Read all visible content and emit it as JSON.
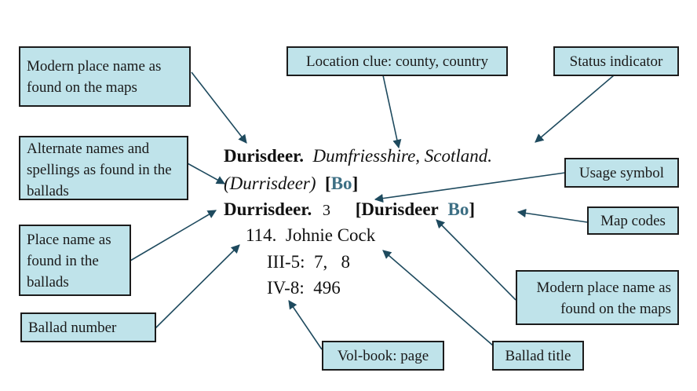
{
  "callouts": {
    "modern_name_top": "Modern place name as found on the maps",
    "location_clue": "Location clue: county, country",
    "status_indicator": "Status indicator",
    "alternate_names": "Alternate names and spellings as found in the ballads",
    "usage_symbol": "Usage symbol",
    "map_codes": "Map codes",
    "place_name_ballads": "Place name as found in the ballads",
    "modern_name_bottom": "Modern place name as found on the maps",
    "ballad_number": "Ballad number",
    "vol_book_page": "Vol-book: page",
    "ballad_title": "Ballad title"
  },
  "entry": {
    "headword": "Durisdeer.",
    "location": "Dumfriesshire, Scotland.",
    "alternate": "(Durrisdeer)",
    "open_bracket": "[",
    "map_code_1": "Bo",
    "close_bracket": "]",
    "ballad_place": "Durrisdeer.",
    "usage_symbol": "3",
    "modern_bracket_open": "[",
    "modern_name": "Durisdeer",
    "map_code_2": "Bo",
    "modern_bracket_close": "]",
    "ballad_number": "114.",
    "ballad_title": "Johnie Cock",
    "refs": [
      {
        "vol": "III-5:",
        "pages": "7,   8"
      },
      {
        "vol": "IV-8:",
        "pages": "496"
      }
    ]
  },
  "colors": {
    "callout_fill": "#bfe3ea",
    "arrow": "#1e4a5e",
    "map_code": "#3d6f84"
  }
}
